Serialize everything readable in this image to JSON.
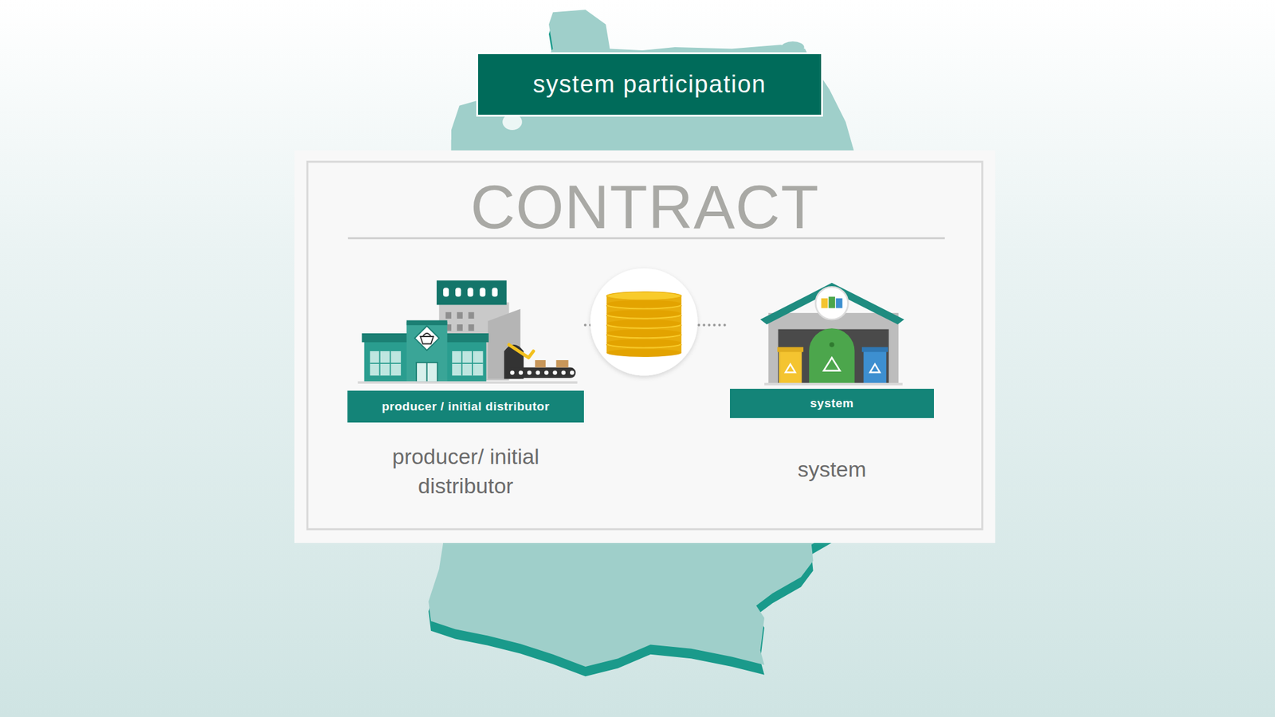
{
  "diagram": {
    "nodes": [
      {
        "text": [
          "system participation"
        ]
      },
      {
        "text": [
          "CONTRACT"
        ]
      },
      {
        "text": [
          "producer / initial distributor",
          "producer/ initial distributor"
        ],
        "in": 1
      },
      {
        "text": [
          "system",
          "system"
        ],
        "in": 1
      }
    ],
    "edges": [
      {
        "from": 2,
        "to": 3,
        "arrow": "none"
      }
    ]
  }
}
